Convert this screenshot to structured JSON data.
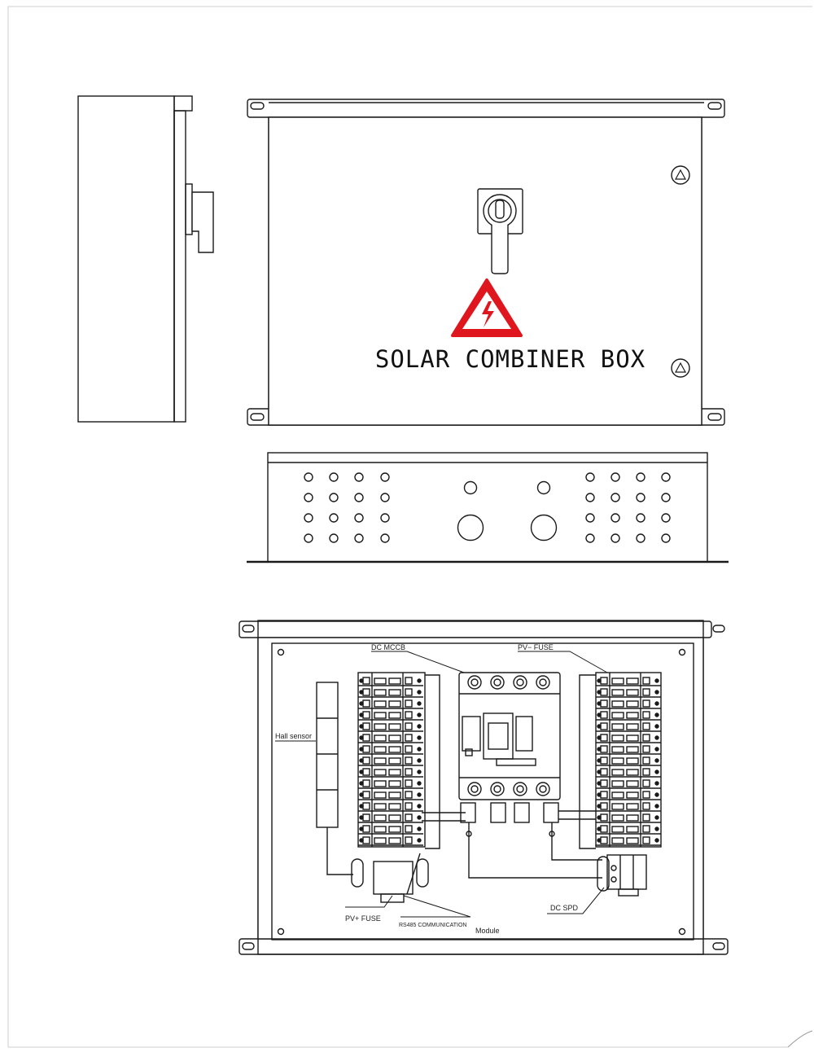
{
  "front_view": {
    "title": "SOLAR COMBINER BOX",
    "warning_symbol": "high-voltage-warning-icon",
    "warning_color": "#e0161e"
  },
  "interior_view": {
    "labels": {
      "dc_mccb": "DC MCCB",
      "pv_minus_fuse": "PV−   FUSE",
      "hall_sensor": "Hall sensor",
      "pv_plus_fuse": "PV+    FUSE",
      "rs485": "RS485 COMMUNICATION",
      "module": "Module",
      "dc_spd": "DC SPD"
    }
  },
  "colors": {
    "line": "#1a1a1a",
    "background": "#ffffff"
  }
}
